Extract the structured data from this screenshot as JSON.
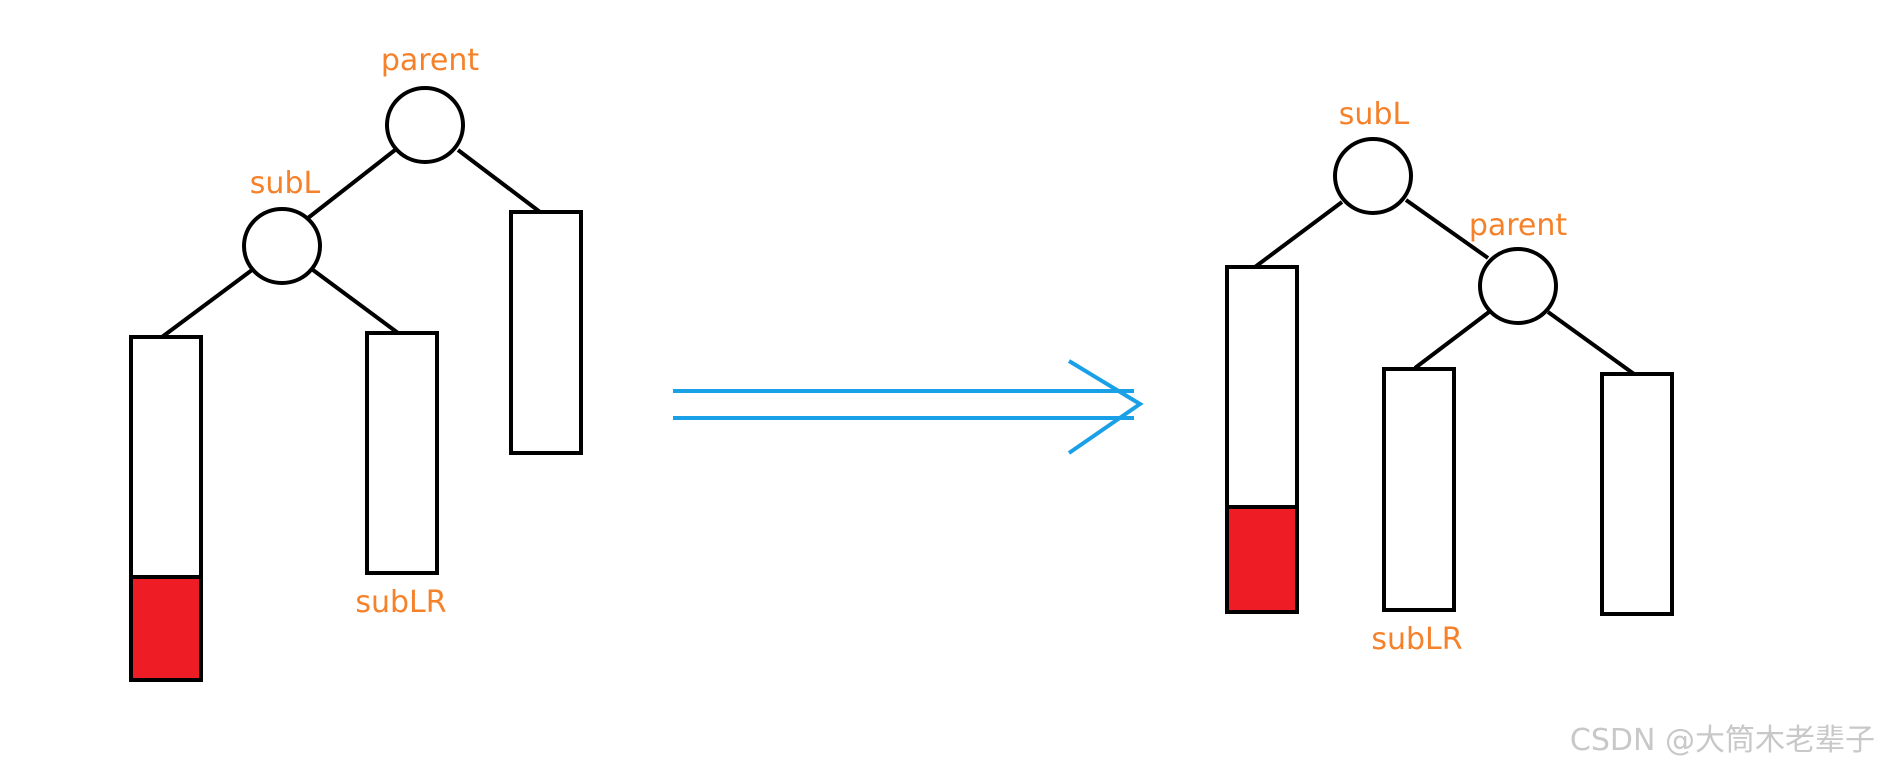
{
  "colors": {
    "stroke": "#000000",
    "label": "#f5822a",
    "highlight": "#ee1c25",
    "arrow": "#1aa0e6",
    "watermark": "#c8c8c8"
  },
  "before": {
    "labels": {
      "parent": "parent",
      "subL": "subL",
      "subLR": "subLR"
    }
  },
  "after": {
    "labels": {
      "subL": "subL",
      "parent": "parent",
      "subLR": "subLR"
    }
  },
  "arrow": {
    "icon": "double-arrow-right-icon"
  },
  "watermark": "CSDN @大筒木老辈子"
}
